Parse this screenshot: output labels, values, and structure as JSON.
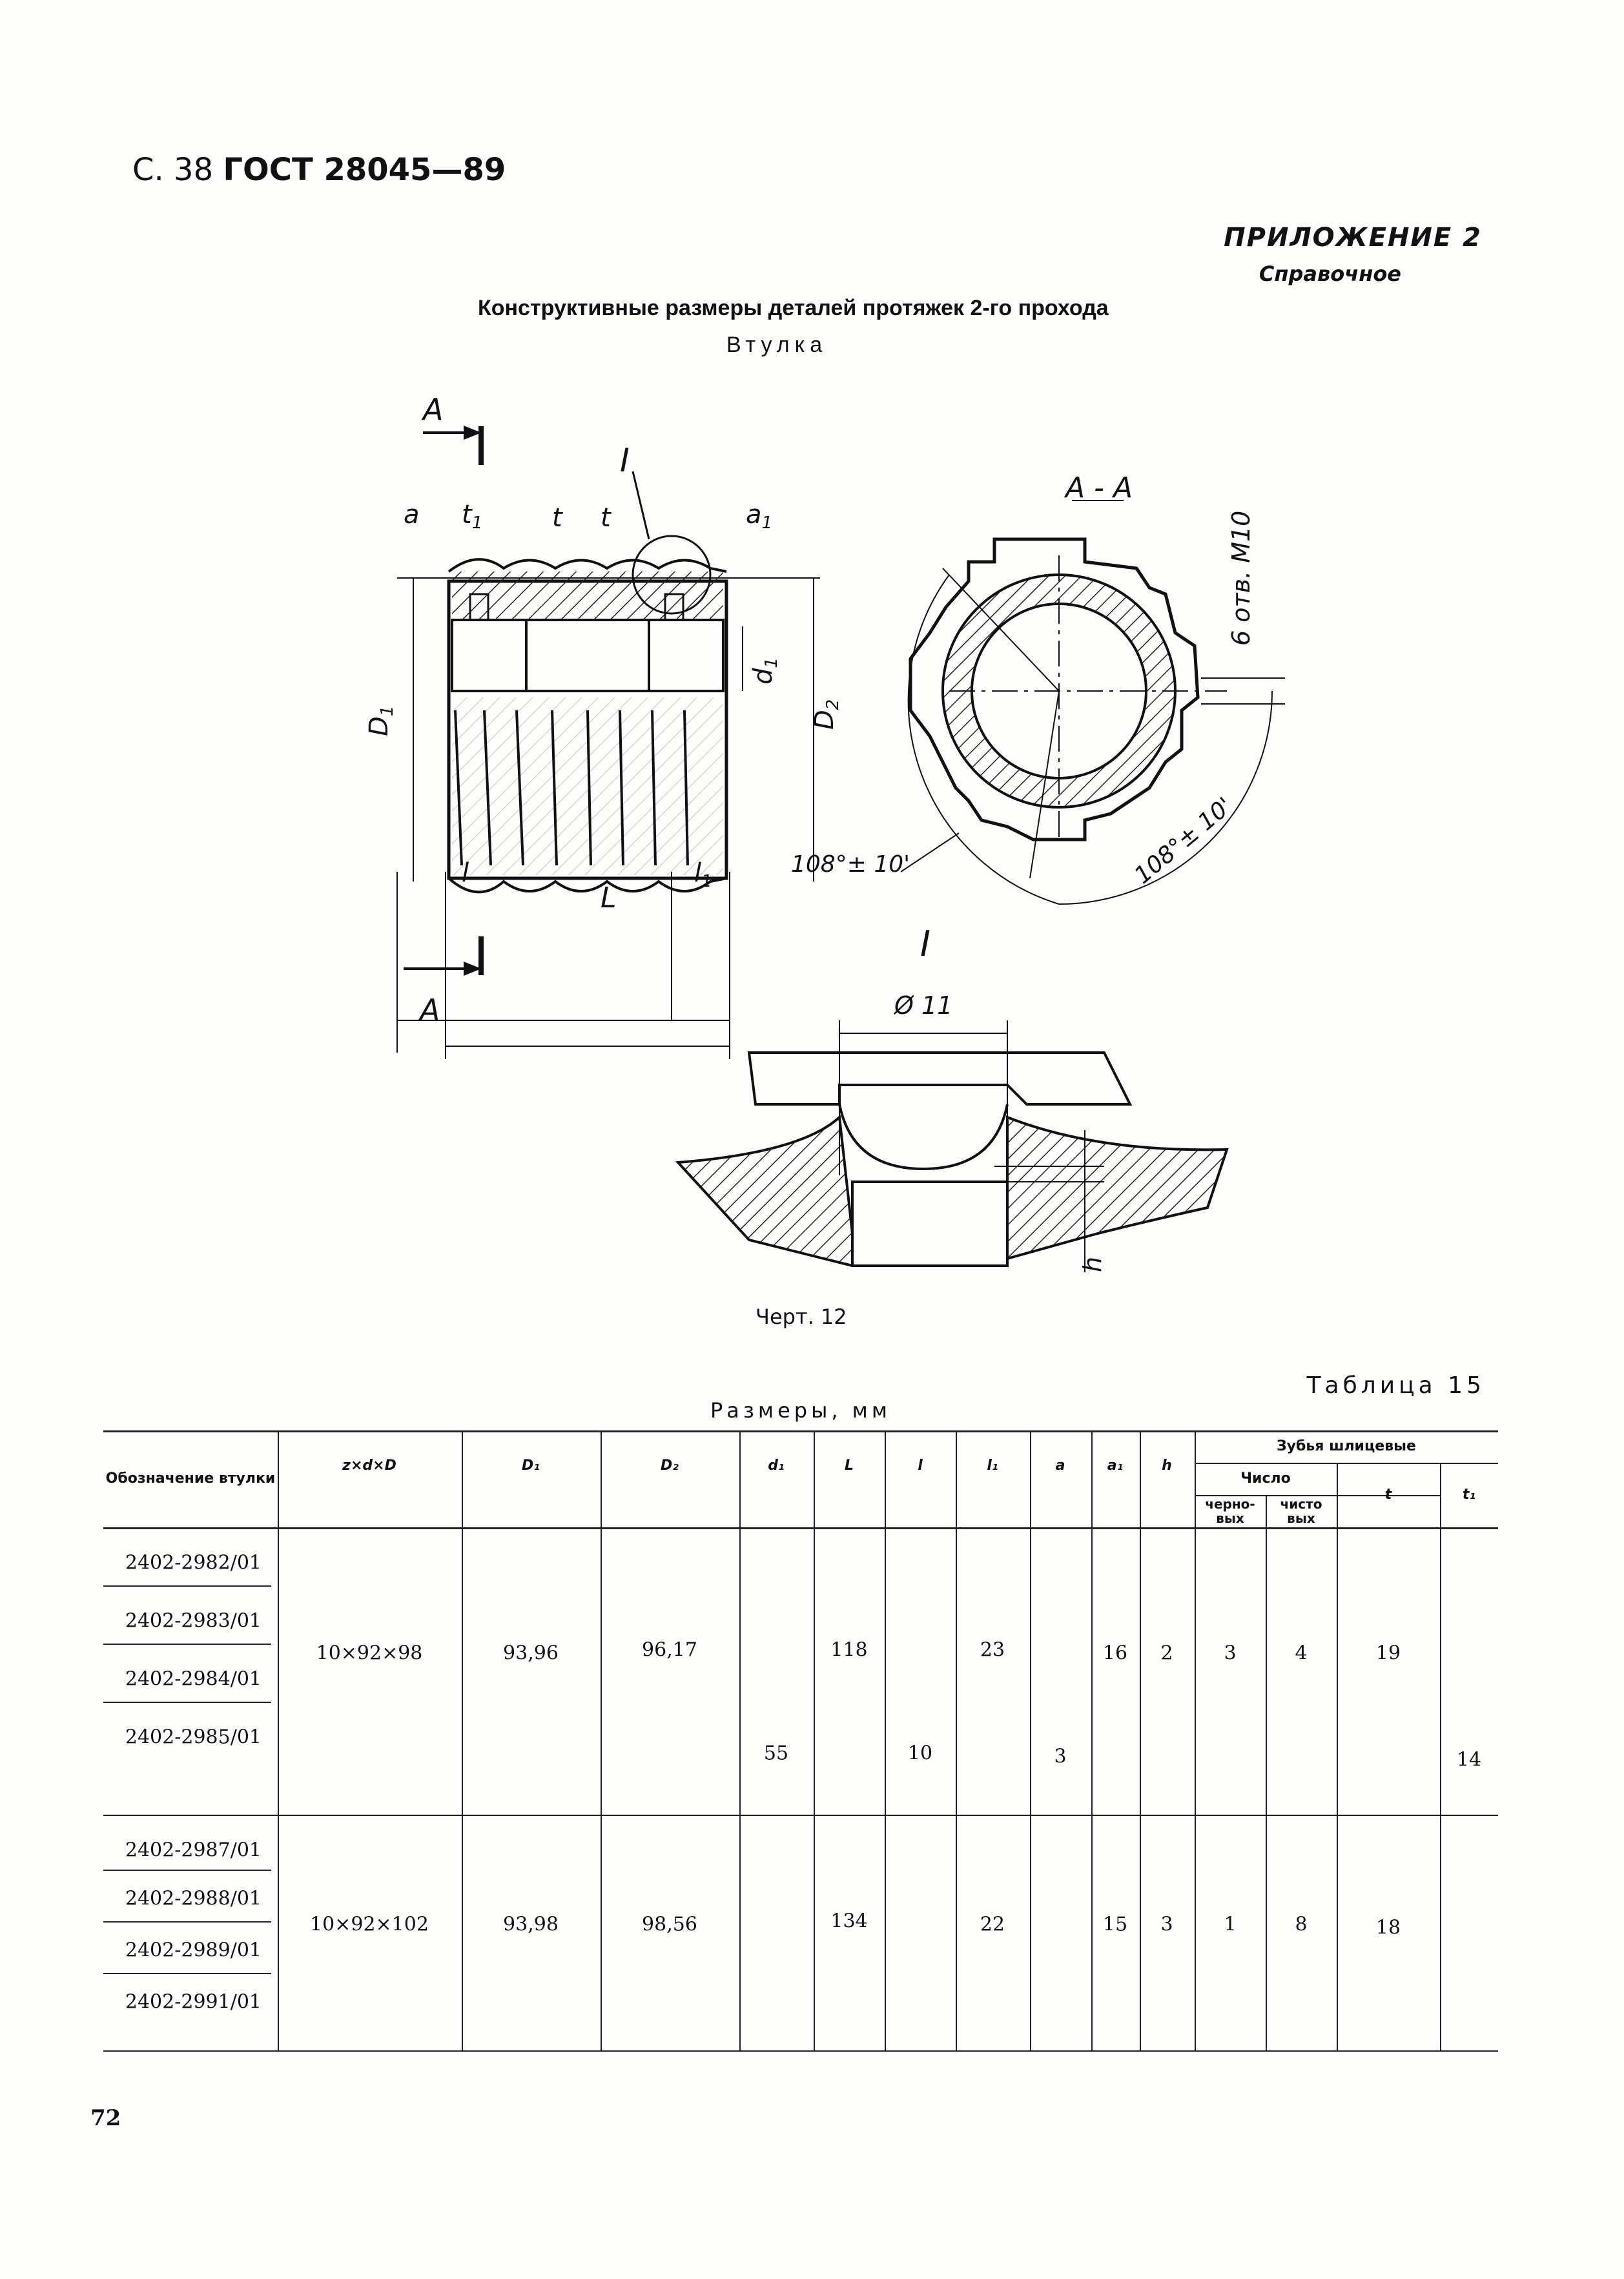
{
  "header": {
    "page_ref": "С. 38",
    "standard": "ГОСТ 28045—89",
    "appendix": "ПРИЛОЖЕНИЕ 2",
    "appendix_type": "Справочное"
  },
  "title": "Конструктивные размеры деталей протяжек 2-го прохода",
  "subtitle": "Втулка",
  "drawing_labels": {
    "section_A": "A",
    "detail_I": "I",
    "a": "a",
    "t1": "t",
    "t1_sub": "1",
    "t": "t",
    "a1": "a",
    "a1_sub": "1",
    "D1": "D",
    "D1_sub": "1",
    "d1": "d",
    "d1_sub": "1",
    "D2": "D",
    "D2_sub": "2",
    "l": "l",
    "l1": "l",
    "l1_sub": "1",
    "L": "L",
    "section_AA": "A - A",
    "holes": "6 отв. M10",
    "angle_left": "108°± 10'",
    "angle_right": "108°± 10'",
    "diameter": "Ø 11",
    "h": "h"
  },
  "caption": "Черт. 12",
  "table_label": "Таблица 15",
  "table_units": "Размеры, мм",
  "table": {
    "headers": {
      "designation": "Обозначение втулки",
      "zdD": "z×d×D",
      "D1": "D₁",
      "D2": "D₂",
      "d1": "d₁",
      "L": "L",
      "l": "l",
      "l1": "l₁",
      "a": "a",
      "a1": "a₁",
      "h": "h",
      "teeth": "Зубья шлицевые",
      "count": "Число",
      "rough": "черно-вых",
      "finish": "чисто вых",
      "t": "t",
      "t1": "t₁"
    },
    "codes": [
      "2402-2982/01",
      "2402-2983/01",
      "2402-2984/01",
      "2402-2985/01",
      "2402-2987/01",
      "2402-2988/01",
      "2402-2989/01",
      "2402-2991/01"
    ],
    "group1": {
      "zdD": "10×92×98",
      "D1": "93,96",
      "D2": "96,17",
      "L": "118",
      "l1": "23",
      "a1": "16",
      "h": "2",
      "rough": "3",
      "finish": "4",
      "t": "19"
    },
    "group2": {
      "zdD": "10×92×102",
      "D1": "93,98",
      "D2": "98,56",
      "L": "134",
      "l1": "22",
      "a1": "15",
      "h": "3",
      "rough": "1",
      "finish": "8",
      "t": "18"
    },
    "common": {
      "d1": "55",
      "l": "10",
      "a": "3",
      "t1": "14"
    }
  },
  "page_number": "72"
}
